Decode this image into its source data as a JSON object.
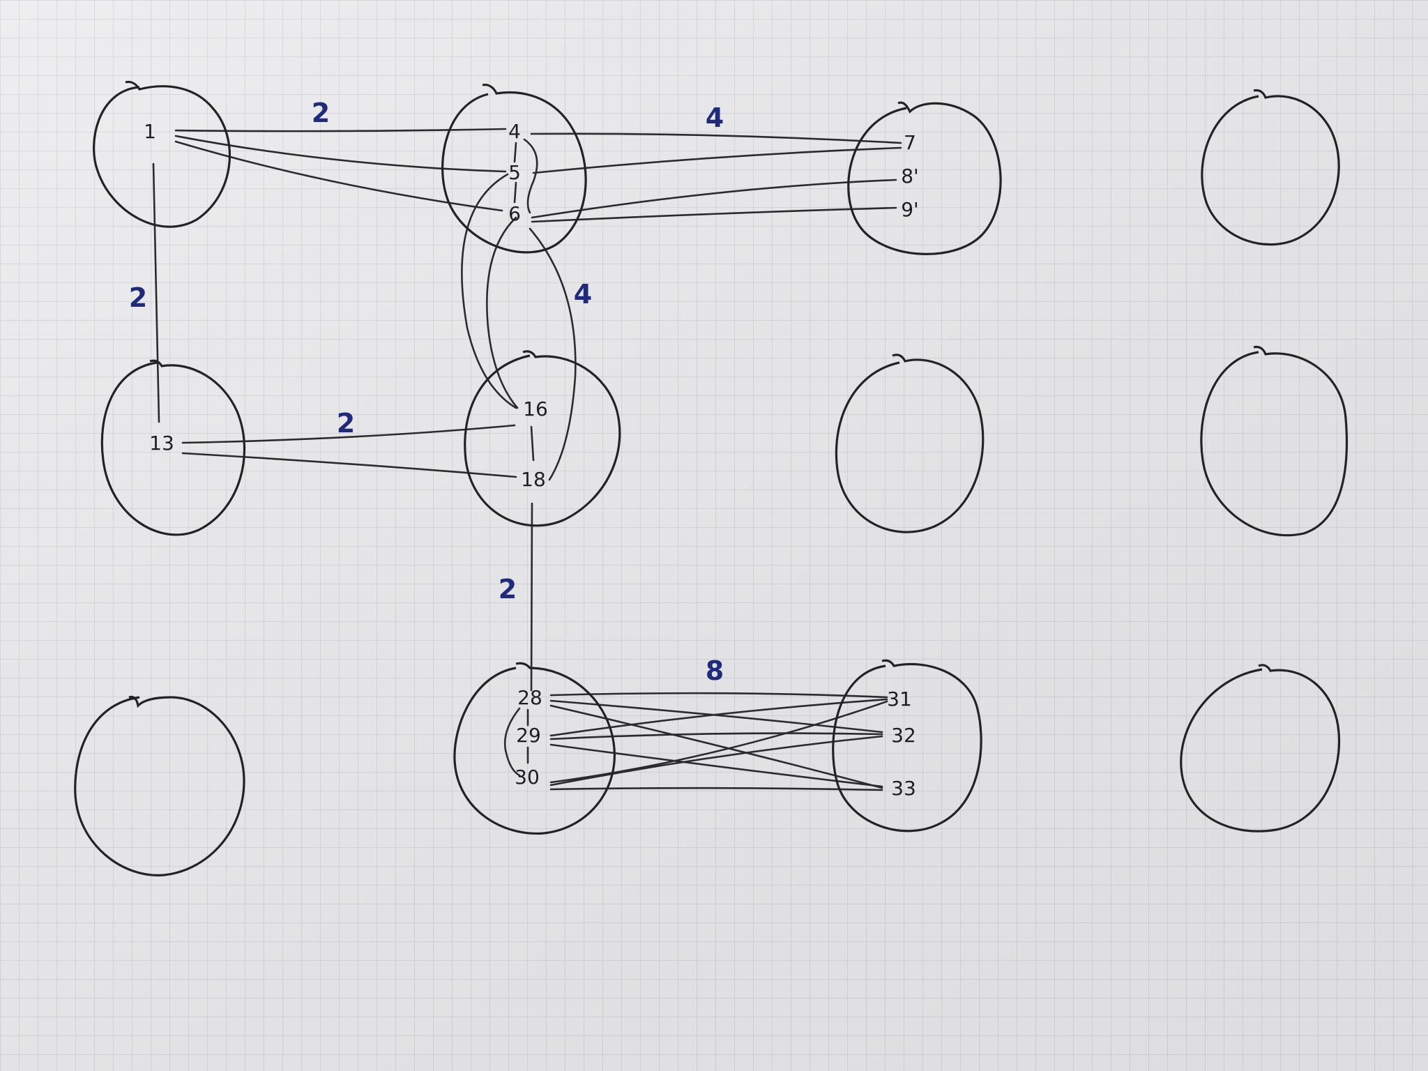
{
  "diagram": {
    "circles": [
      {
        "id": "c1",
        "nodes": [
          "1"
        ]
      },
      {
        "id": "c2",
        "nodes": [
          "4",
          "5",
          "6"
        ]
      },
      {
        "id": "c3",
        "nodes": [
          "7",
          "8'",
          "9'"
        ]
      },
      {
        "id": "c4",
        "nodes": []
      },
      {
        "id": "c5",
        "nodes": [
          "13"
        ]
      },
      {
        "id": "c6",
        "nodes": [
          "16",
          "18"
        ]
      },
      {
        "id": "c7",
        "nodes": []
      },
      {
        "id": "c8",
        "nodes": []
      },
      {
        "id": "c9",
        "nodes": []
      },
      {
        "id": "c10",
        "nodes": [
          "28",
          "29",
          "30"
        ]
      },
      {
        "id": "c11",
        "nodes": [
          "31",
          "32",
          "33"
        ]
      },
      {
        "id": "c12",
        "nodes": []
      }
    ],
    "nodes": {
      "n1": "1",
      "n4": "4",
      "n5": "5",
      "n6": "6",
      "n7": "7",
      "n8": "8'",
      "n9": "9'",
      "n13": "13",
      "n16": "16",
      "n18": "18",
      "n28": "28",
      "n29": "29",
      "n30": "30",
      "n31": "31",
      "n32": "32",
      "n33": "33"
    },
    "weights": {
      "w_1_456": "2",
      "w_456_789": "4",
      "w_1_13": "2",
      "w_456_1618": "4",
      "w_13_1618": "2",
      "w_18_28": "2",
      "w_282930_313233": "8"
    },
    "edges": [
      [
        "1",
        "4"
      ],
      [
        "1",
        "5"
      ],
      [
        "1",
        "6"
      ],
      [
        "4",
        "7"
      ],
      [
        "5",
        "7"
      ],
      [
        "6",
        "8'"
      ],
      [
        "6",
        "9'"
      ],
      [
        "4",
        "5"
      ],
      [
        "5",
        "6"
      ],
      [
        "1",
        "13"
      ],
      [
        "5",
        "16"
      ],
      [
        "6",
        "16"
      ],
      [
        "6",
        "18"
      ],
      [
        "13",
        "16"
      ],
      [
        "13",
        "18"
      ],
      [
        "16",
        "18"
      ],
      [
        "18",
        "28"
      ],
      [
        "28",
        "29"
      ],
      [
        "29",
        "30"
      ],
      [
        "28",
        "30"
      ],
      [
        "28",
        "31"
      ],
      [
        "28",
        "32"
      ],
      [
        "28",
        "33"
      ],
      [
        "29",
        "31"
      ],
      [
        "29",
        "32"
      ],
      [
        "29",
        "33"
      ],
      [
        "30",
        "31"
      ],
      [
        "30",
        "32"
      ],
      [
        "30",
        "33"
      ]
    ]
  },
  "colors": {
    "paper": "#ececee",
    "grid": "#c9cbd6",
    "ink": "#232326",
    "weight_ink": "#1f2a7a"
  }
}
